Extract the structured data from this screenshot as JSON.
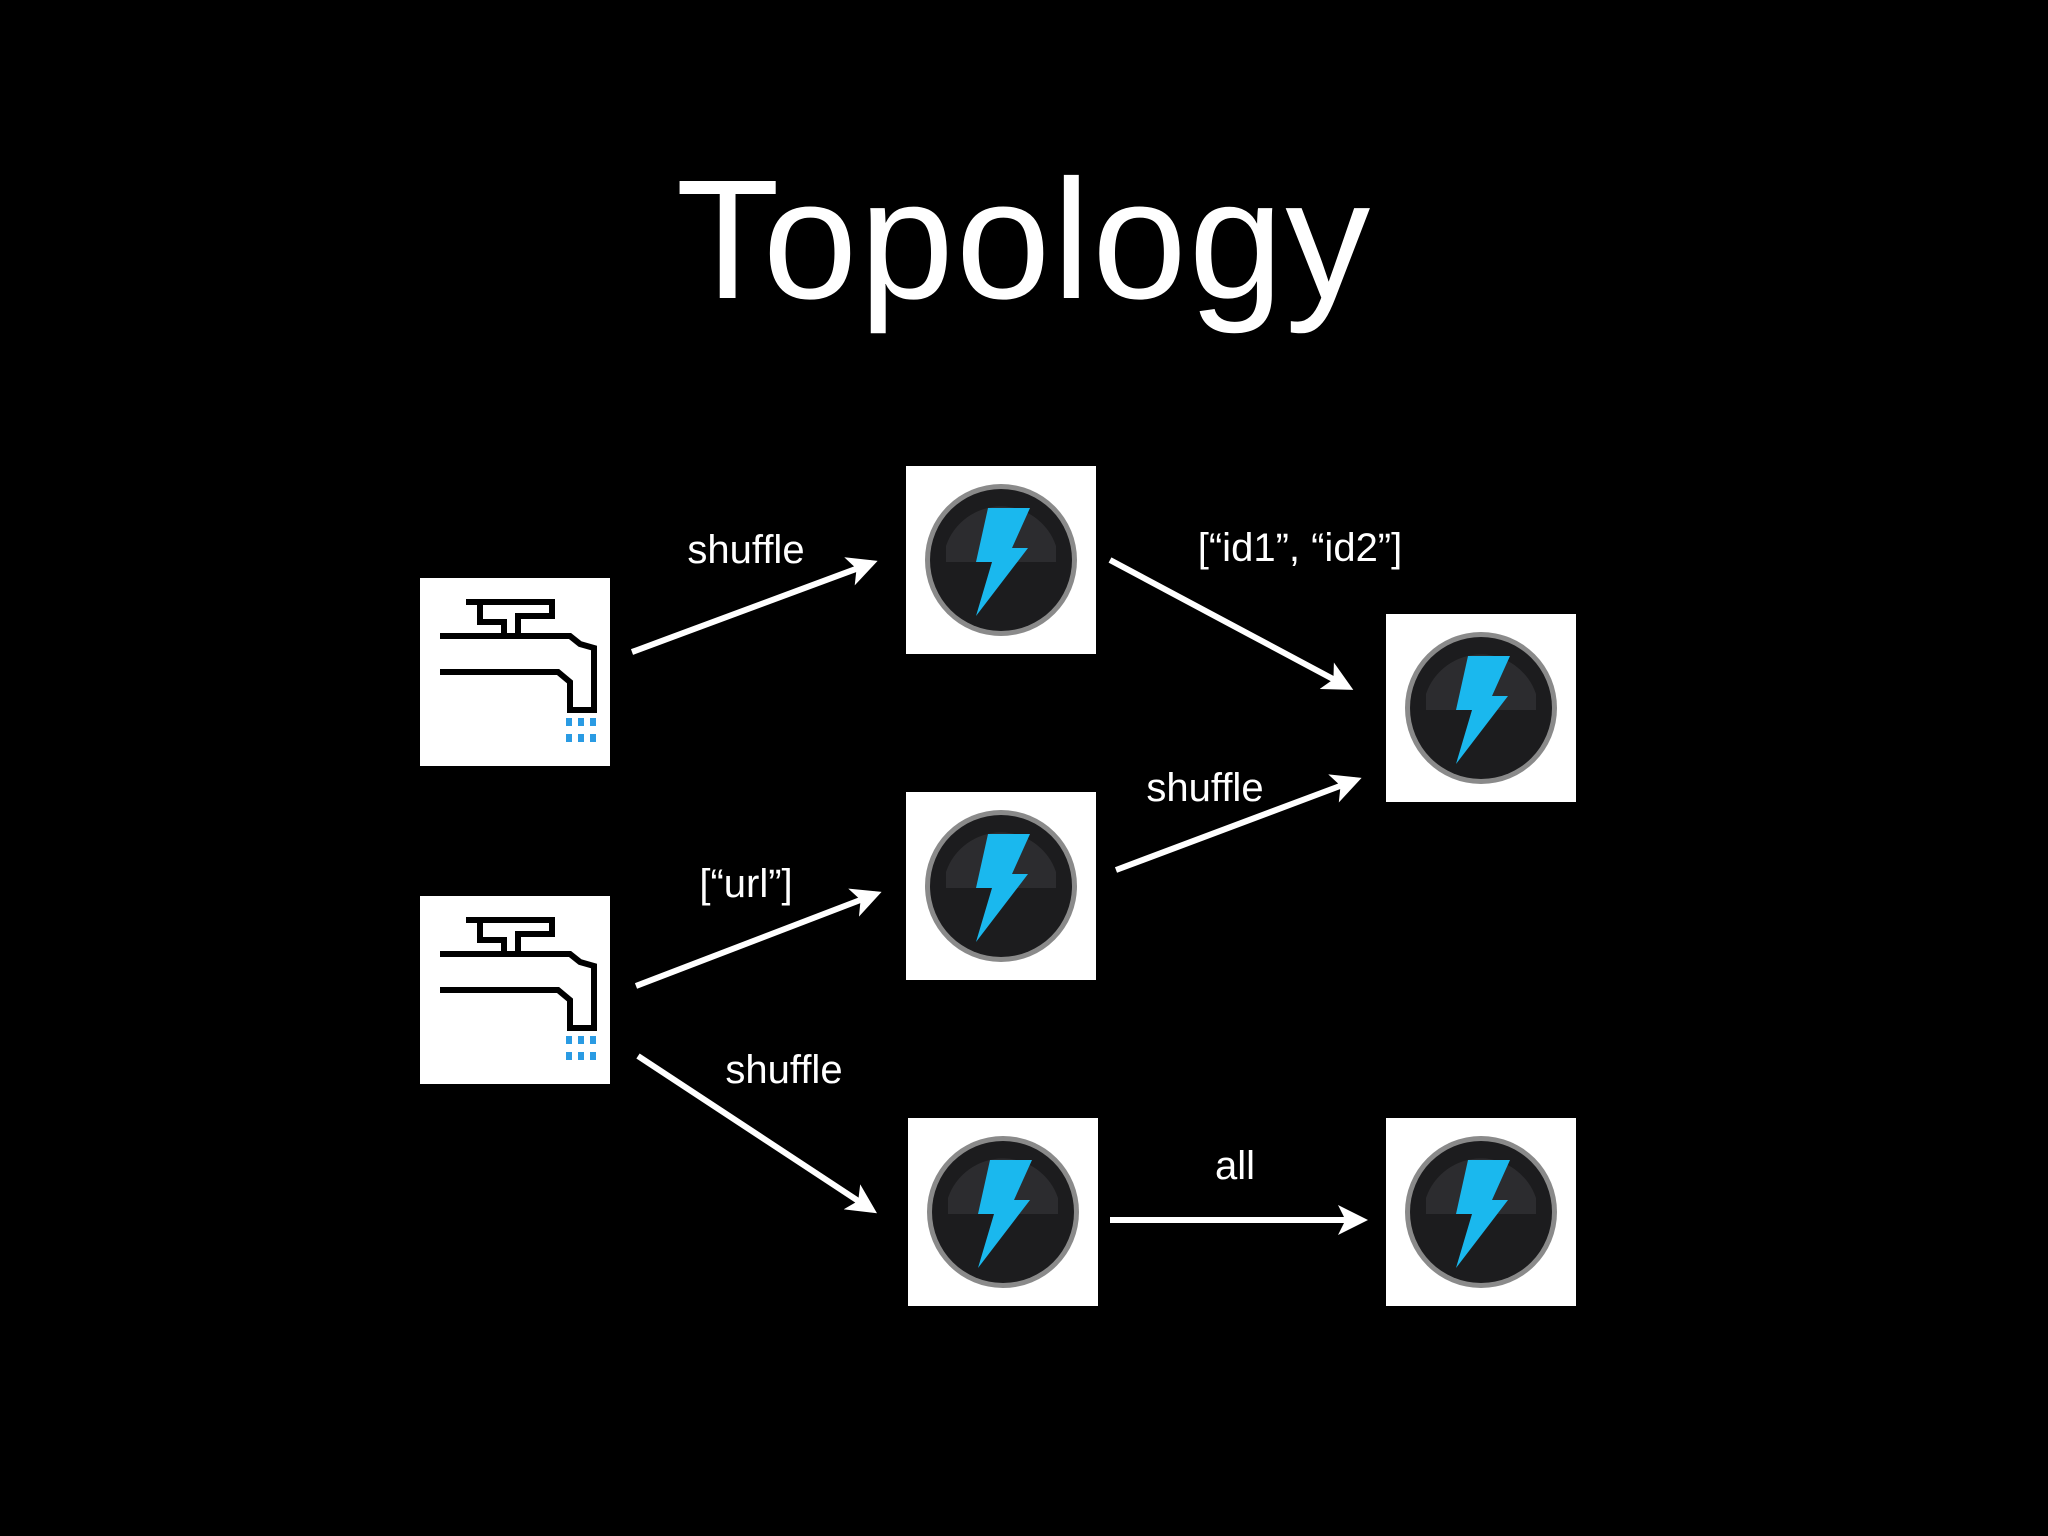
{
  "title": "Topology",
  "colors": {
    "background": "#000000",
    "foreground": "#ffffff",
    "bolt": "#1ab8ee",
    "orb": "#1c1c1e",
    "faucet_drops": "#2a9be3"
  },
  "nodes": [
    {
      "id": "spout1",
      "kind": "spout",
      "icon": "faucet-icon"
    },
    {
      "id": "spout2",
      "kind": "spout",
      "icon": "faucet-icon"
    },
    {
      "id": "bolt1",
      "kind": "bolt",
      "icon": "lightning-bolt-icon"
    },
    {
      "id": "bolt2",
      "kind": "bolt",
      "icon": "lightning-bolt-icon"
    },
    {
      "id": "bolt3",
      "kind": "bolt",
      "icon": "lightning-bolt-icon"
    },
    {
      "id": "bolt4",
      "kind": "bolt",
      "icon": "lightning-bolt-icon"
    },
    {
      "id": "bolt5",
      "kind": "bolt",
      "icon": "lightning-bolt-icon"
    }
  ],
  "edges": [
    {
      "from": "spout1",
      "to": "bolt1",
      "label": "shuffle"
    },
    {
      "from": "spout2",
      "to": "bolt2",
      "label": "[“url”]"
    },
    {
      "from": "spout2",
      "to": "bolt3",
      "label": "shuffle"
    },
    {
      "from": "bolt1",
      "to": "bolt4",
      "label": "[“id1”, “id2”]"
    },
    {
      "from": "bolt2",
      "to": "bolt4",
      "label": "shuffle"
    },
    {
      "from": "bolt3",
      "to": "bolt5",
      "label": "all"
    }
  ]
}
